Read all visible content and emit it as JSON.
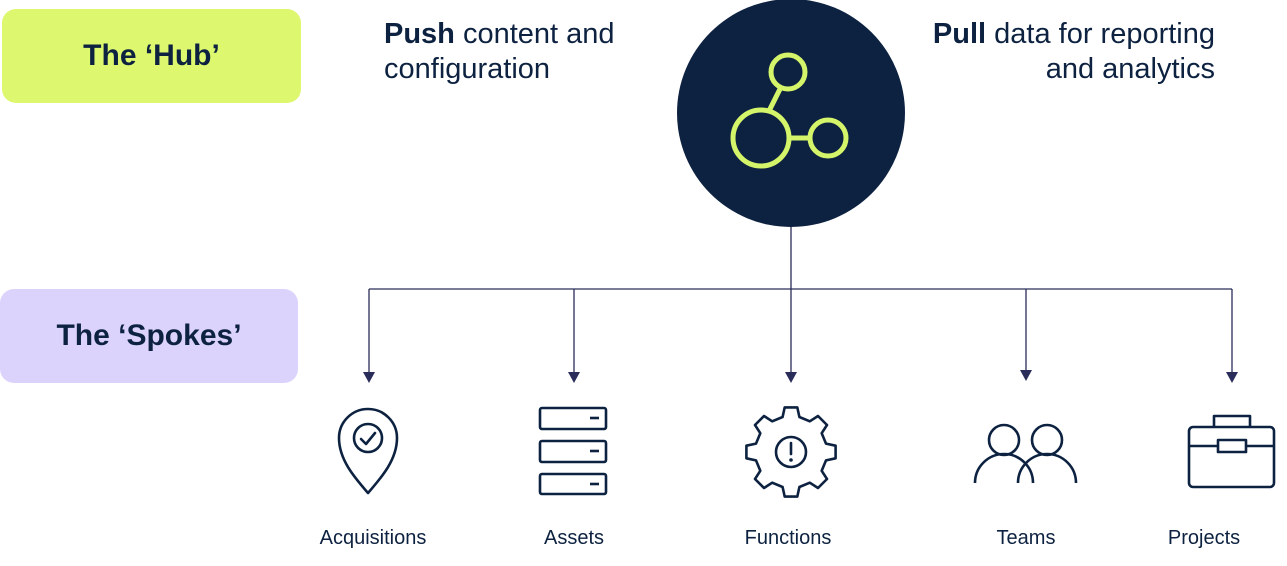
{
  "hub": {
    "pill_label": "The ‘Hub’",
    "pill_color": "#ddf76e",
    "circle_color": "#0d2240",
    "icon_color": "#d4f56a",
    "icon": "network-nodes-icon"
  },
  "spokes": {
    "pill_label": "The ‘Spokes’",
    "pill_color": "#dcd3fc",
    "items": [
      {
        "label": "Acquisitions",
        "icon": "location-check-icon"
      },
      {
        "label": "Assets",
        "icon": "server-stack-icon"
      },
      {
        "label": "Functions",
        "icon": "gear-alert-icon"
      },
      {
        "label": "Teams",
        "icon": "people-icon"
      },
      {
        "label": "Projects",
        "icon": "briefcase-icon"
      }
    ]
  },
  "push": {
    "bold": "Push",
    "rest": " content and configuration"
  },
  "pull": {
    "bold": "Pull",
    "rest": " data for reporting and analytics"
  },
  "colors": {
    "navy": "#0d2240",
    "line": "#2a2d5a"
  }
}
